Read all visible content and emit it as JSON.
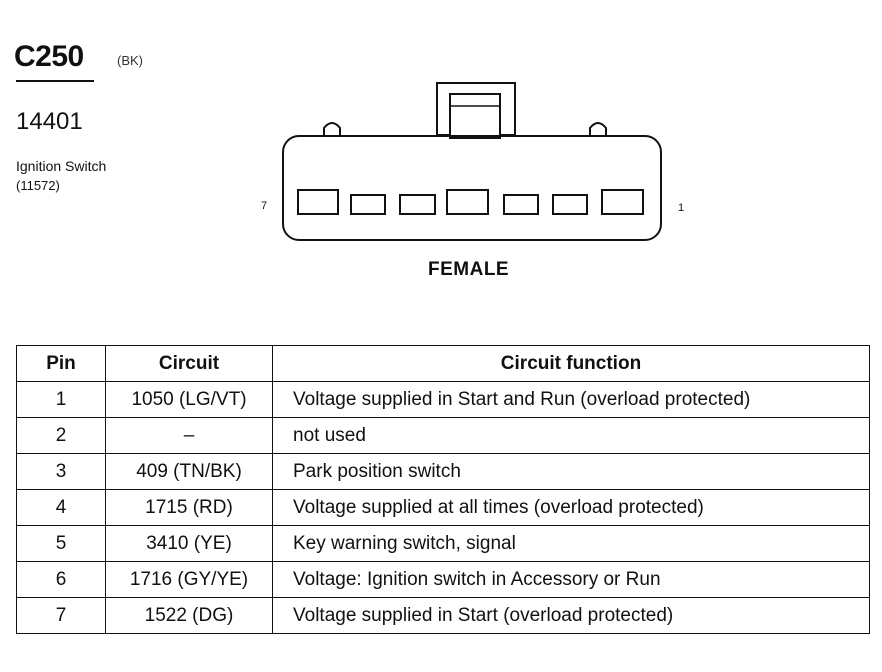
{
  "connector": {
    "id": "C250",
    "color_code": "(BK)",
    "part_number": "14401",
    "component_name": "Ignition Switch",
    "component_ref": "(11572)",
    "left_pin": "7",
    "right_pin": "1",
    "gender": "FEMALE"
  },
  "table": {
    "headers": [
      "Pin",
      "Circuit",
      "Circuit function"
    ],
    "rows": [
      {
        "pin": "1",
        "circuit": "1050 (LG/VT)",
        "function": "Voltage supplied in Start and Run (overload protected)"
      },
      {
        "pin": "2",
        "circuit": "–",
        "function": "not used"
      },
      {
        "pin": "3",
        "circuit": "409 (TN/BK)",
        "function": "Park position switch"
      },
      {
        "pin": "4",
        "circuit": "1715 (RD)",
        "function": "Voltage supplied at all times (overload protected)"
      },
      {
        "pin": "5",
        "circuit": "3410 (YE)",
        "function": "Key warning switch, signal"
      },
      {
        "pin": "6",
        "circuit": "1716 (GY/YE)",
        "function": "Voltage: Ignition switch in Accessory or Run"
      },
      {
        "pin": "7",
        "circuit": "1522 (DG)",
        "function": "Voltage supplied in Start (overload protected)"
      }
    ]
  }
}
